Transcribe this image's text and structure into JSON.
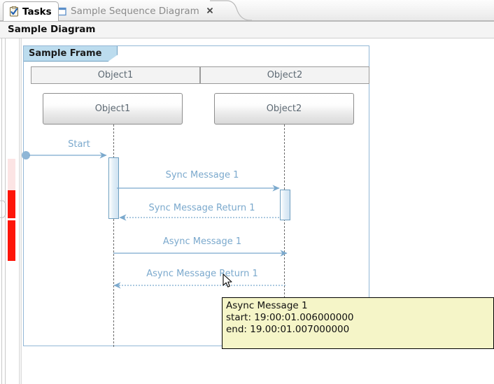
{
  "window": {
    "title": "Sample Diagram"
  },
  "tabs": [
    {
      "id": "tasks",
      "label": "Tasks",
      "icon": "clipboard-check-icon",
      "active": true,
      "closable": false
    },
    {
      "id": "sample-sequence-diagram",
      "label": "Sample Sequence Diagram",
      "icon": "document-icon",
      "active": false,
      "closable": true,
      "close_icon": "close-icon"
    }
  ],
  "editor": {
    "title": "Sample Diagram"
  },
  "diagram": {
    "frame_label": "Sample Frame",
    "columns": [
      {
        "label": "Object1"
      },
      {
        "label": "Object2"
      }
    ],
    "objects": [
      {
        "label": "Object1"
      },
      {
        "label": "Object2"
      }
    ],
    "messages": [
      {
        "label": "Start",
        "kind": "found",
        "direction": "right"
      },
      {
        "label": "Sync Message 1",
        "kind": "sync",
        "direction": "right"
      },
      {
        "label": "Sync Message Return 1",
        "kind": "return",
        "direction": "left"
      },
      {
        "label": "Async Message 1",
        "kind": "async",
        "direction": "right"
      },
      {
        "label": "Async Message Return 1",
        "kind": "async-return",
        "direction": "left"
      }
    ],
    "destroy_marker": "stop-x-icon"
  },
  "markers": [
    {
      "name": "marker-range-1",
      "color": "#fce4e4"
    },
    {
      "name": "marker-range-2",
      "color": "#fe1509"
    },
    {
      "name": "marker-range-3",
      "color": "#fe1509"
    }
  ],
  "tooltip": {
    "title": "Async Message 1",
    "start": "start: 19:00:01.006000000",
    "end": "end: 19.00:01.007000000"
  },
  "colors": {
    "frame_border": "#93b7d6",
    "frame_tag_bg": "#bcdcee",
    "message_text": "#7ba9cd",
    "arrow": "#7ba9cd",
    "lifeline": "#6b6b6b",
    "tooltip_bg": "#f5f5c8",
    "object_text": "#5e6a74"
  }
}
